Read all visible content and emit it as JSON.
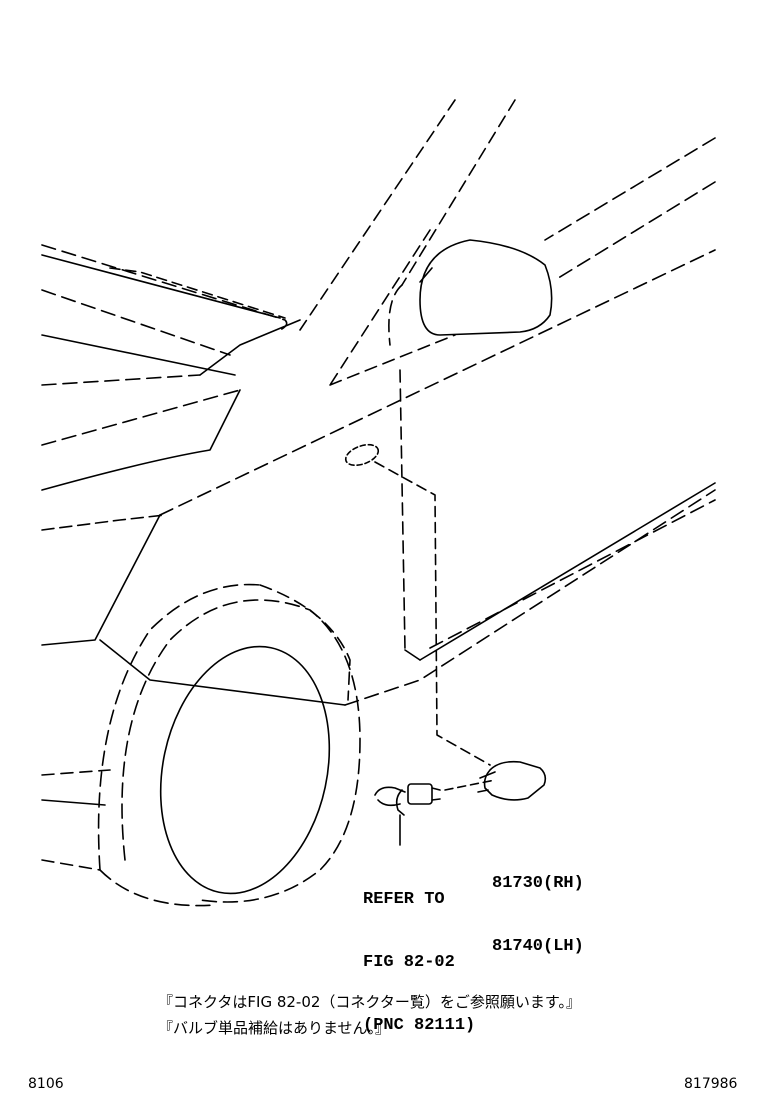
{
  "callout_refer": {
    "line1": "REFER TO",
    "line2": "FIG 82-02",
    "line3": "(PNC 82111)"
  },
  "part_numbers": [
    {
      "code": "81730(RH)"
    },
    {
      "code": "81740(LH)"
    }
  ],
  "notes": [
    "『コネクタはFIG 82-02（コネクター覧）をご参照願います。』",
    "『バルブ単品補給はありません。』"
  ],
  "page_code_left": "8106",
  "page_code_right": "817986",
  "colors": {
    "line": "#000000",
    "background": "#ffffff"
  }
}
